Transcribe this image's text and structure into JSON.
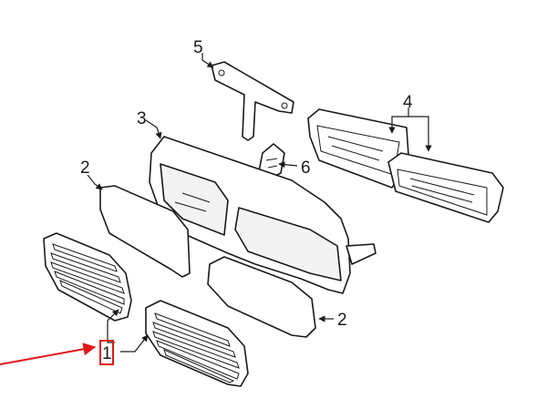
{
  "callouts": {
    "c1": "1",
    "c2a": "2",
    "c2b": "2",
    "c3": "3",
    "c4": "4",
    "c5": "5",
    "c6": "6"
  },
  "colors": {
    "line": "#1a1a1a",
    "highlight": "#e01818",
    "background": "#ffffff"
  }
}
